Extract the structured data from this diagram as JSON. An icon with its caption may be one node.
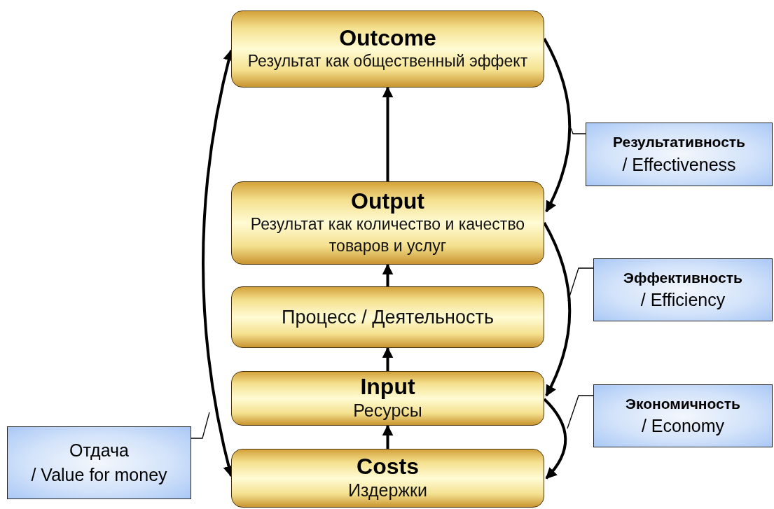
{
  "diagram": {
    "nodes": [
      {
        "text": [
          "Outcome",
          "Результат как общественный эффект"
        ]
      },
      {
        "text": [
          "Результативность",
          "/ Effectiveness"
        ]
      },
      {
        "text": [
          "Output",
          "Результат как количество и качество товаров и услуг"
        ]
      },
      {
        "text": [
          "Эффективность",
          "/ Efficiency"
        ]
      },
      {
        "text": [
          "Процесс / Деятельность"
        ]
      },
      {
        "text": [
          "Input",
          "Ресурсы"
        ]
      },
      {
        "text": [
          "Экономичность",
          "/ Economy"
        ]
      },
      {
        "text": [
          "Отдача",
          "/ Value for money"
        ]
      },
      {
        "text": [
          "Costs",
          "Издержки"
        ]
      }
    ],
    "edges": [
      {
        "from": 8,
        "to": 5,
        "arrow": "to"
      },
      {
        "from": 5,
        "to": 4,
        "arrow": "to"
      },
      {
        "from": 4,
        "to": 2,
        "arrow": "to"
      },
      {
        "from": 2,
        "to": 0,
        "arrow": "to"
      },
      {
        "from": 0,
        "to": 2,
        "arrow": "to"
      },
      {
        "from": 2,
        "to": 5,
        "arrow": "to"
      },
      {
        "from": 5,
        "to": 8,
        "arrow": "to"
      },
      {
        "from": 8,
        "to": 0,
        "arrow": "both"
      },
      {
        "from": 1,
        "to": null,
        "arrow": "none"
      },
      {
        "from": 3,
        "to": null,
        "arrow": "none"
      },
      {
        "from": 6,
        "to": null,
        "arrow": "none"
      },
      {
        "from": 7,
        "to": null,
        "arrow": "none"
      }
    ]
  }
}
